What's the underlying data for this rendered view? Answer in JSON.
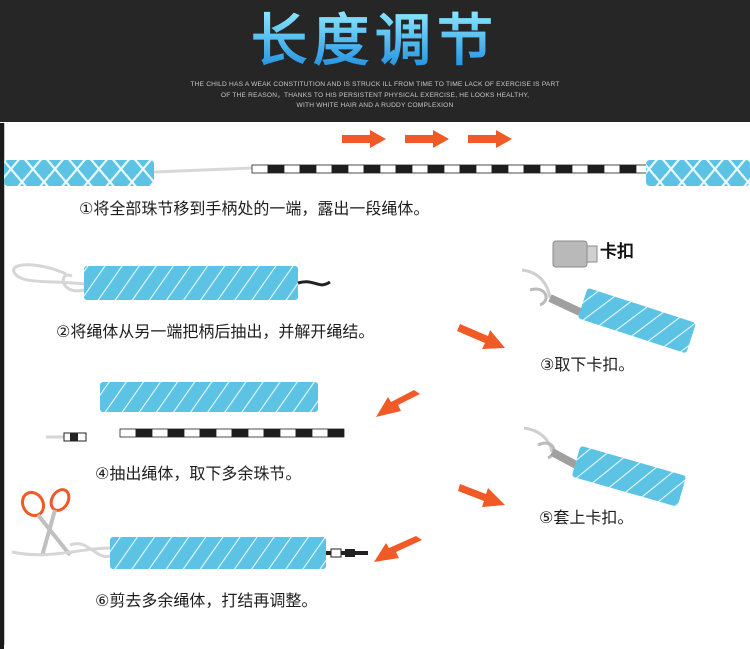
{
  "header": {
    "title": "长度调节",
    "subtitle_lines": [
      "THE CHILD HAS A WEAK CONSTITUTION AND IS STRUCK ILL FROM TIME TO TIME LACK OF EXERCISE IS PART",
      "OF THE REASON，THANKS TO HIS PERSISTENT PHYSICAL EXERCISE, HE LOOKS HEALTHY,",
      "WITH WHITE HAIR AND A RUDDY COMPLEXION"
    ]
  },
  "labels": {
    "clip": "卡扣"
  },
  "steps": [
    "①将全部珠节移到手柄处的一端，露出一段绳体。",
    "②将绳体从另一端把柄后抽出，并解开绳结。",
    "③取下卡扣。",
    "④抽出绳体，取下多余珠节。",
    "⑤套上卡扣。",
    "⑥剪去多余绳体，打结再调整。"
  ],
  "colors": {
    "title_gradient_top": "#7fe3ff",
    "title_gradient_bottom": "#1a8fe0",
    "handle_blue": "#5cc3e4",
    "arrow_orange": "#ef5a26",
    "header_bg": "#262626"
  }
}
